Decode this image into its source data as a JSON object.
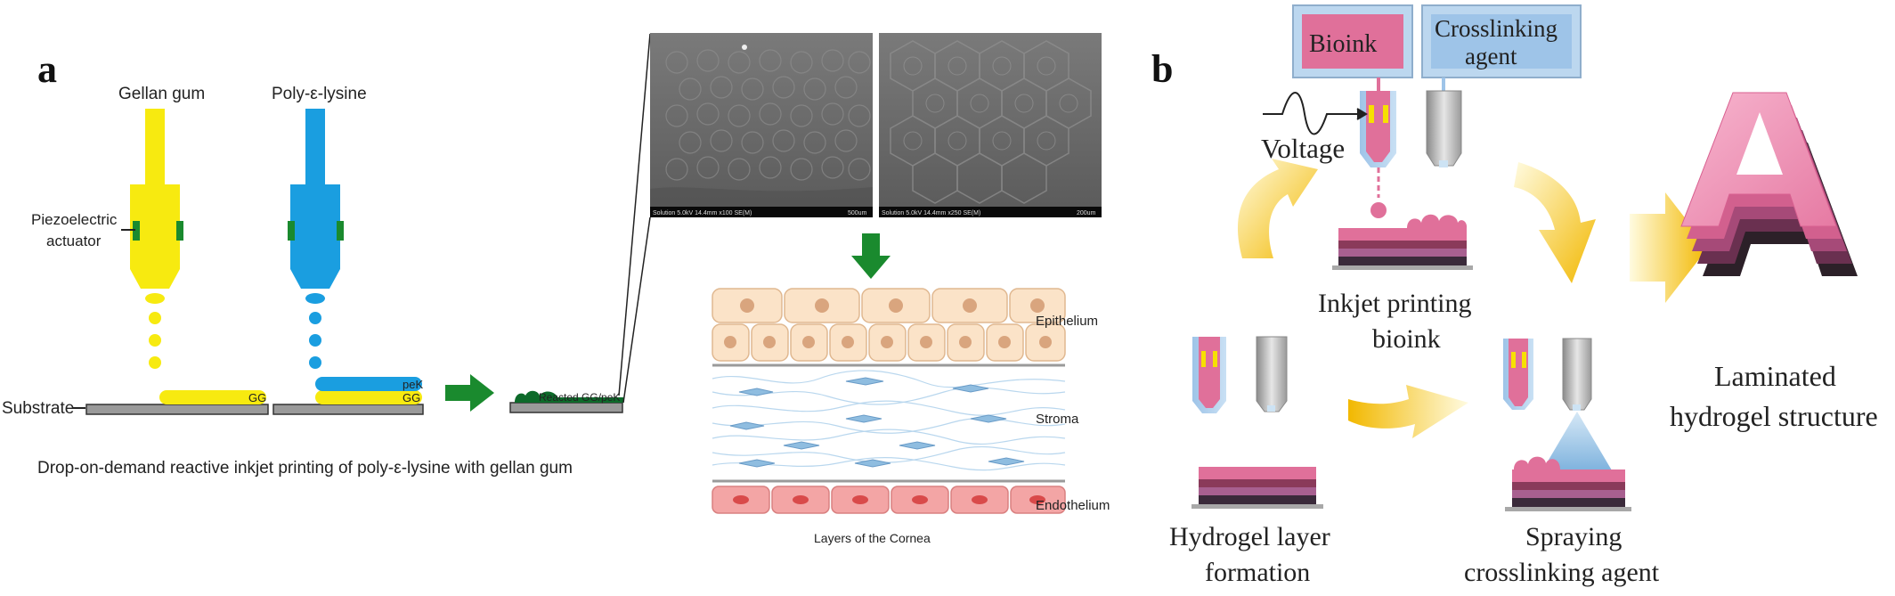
{
  "panel_a": {
    "letter": "a",
    "gellan_gum": "Gellan gum",
    "poly_lysine": "Poly-ε-lysine",
    "piezo_line1": "Piezoelectric",
    "piezo_line2": "actuator",
    "substrate": "Substrate",
    "gg_tag1": "GG",
    "pek_tag": "peK",
    "gg_tag2": "GG",
    "reacted_tag": "Reacted GG/peK",
    "caption": "Drop-on-demand reactive inkjet printing of poly-ε-lysine with gellan gum",
    "sem1_info": "Solution 5.0kV 14.4mm x100 SE(M)",
    "sem1_scale": "500um",
    "sem2_info": "Solution 5.0kV 14.4mm x250 SE(M)",
    "sem2_scale": "200um",
    "epithelium": "Epithelium",
    "stroma": "Stroma",
    "endothelium": "Endothelium",
    "cornea_caption": "Layers of the Cornea",
    "colors": {
      "yellow": "#f7ea10",
      "blue": "#1a9ee0",
      "green": "#1a8a2e",
      "dark_green": "#0d6a2a"
    }
  },
  "panel_b": {
    "letter": "b",
    "bioink": "Bioink",
    "crosslinking_line1": "Crosslinking",
    "crosslinking_line2": "agent",
    "voltage": "Voltage",
    "inkjet_line1": "Inkjet printing",
    "inkjet_line2": "bioink",
    "laminated_line1": "Laminated",
    "laminated_line2": "hydrogel structure",
    "hydrogel_line1": "Hydrogel layer",
    "hydrogel_line2": "formation",
    "spraying_line1": "Spraying",
    "spraying_line2": "crosslinking agent",
    "colors": {
      "bioink_box": "#e0709a",
      "crosslink_box": "#9ec4e8",
      "arrow": "#f5c518"
    }
  }
}
